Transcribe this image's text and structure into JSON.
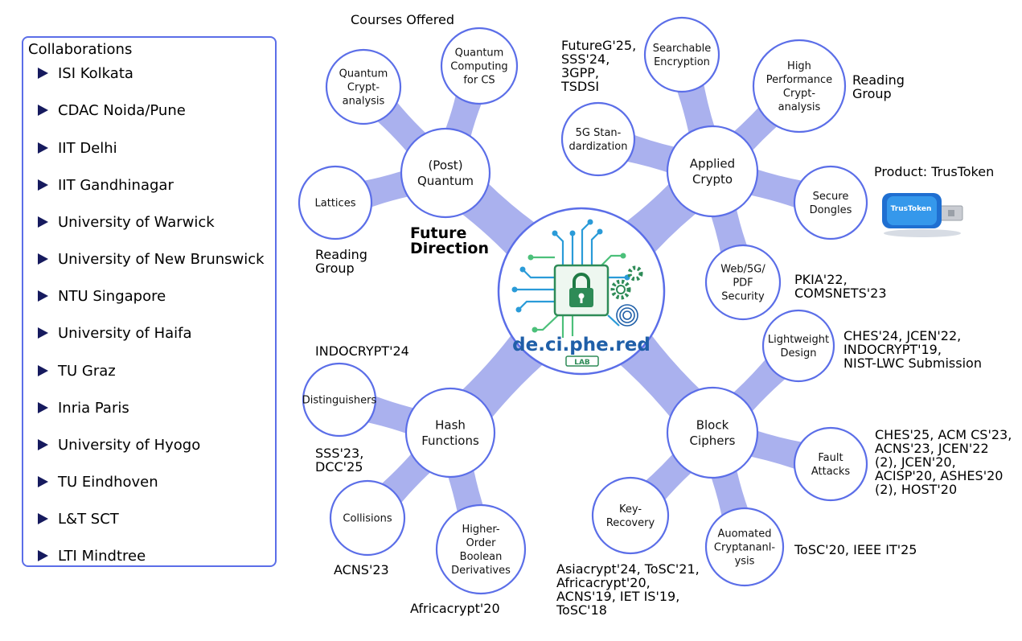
{
  "collaborations": {
    "title": "Collaborations",
    "items": [
      "ISI Kolkata",
      "CDAC Noida/Pune",
      "IIT Delhi",
      "IIT Gandhinagar",
      "University of Warwick",
      "University of New Brunswick",
      "NTU Singapore",
      "University of Haifa",
      "TU Graz",
      "Inria Paris",
      "University of Hyogo",
      "TU Eindhoven",
      "L&T SCT",
      "LTI Mindtree"
    ]
  },
  "center": {
    "title_line1": "Future",
    "title_line2": "Direction",
    "logo_text": "de.ci.phe.red",
    "logo_sub": "LAB"
  },
  "hubs": {
    "post_quantum": [
      "(Post)",
      "Quantum"
    ],
    "applied_crypto": [
      "Applied",
      "Crypto"
    ],
    "hash_functions": [
      "Hash",
      "Functions"
    ],
    "block_ciphers": [
      "Block",
      "Ciphers"
    ]
  },
  "leaves": {
    "lattices": [
      "Lattices"
    ],
    "quantum_cryptanalysis": [
      "Quantum",
      "Crypt-",
      "analysis"
    ],
    "quantum_computing": [
      "Quantum",
      "Computing",
      "for CS"
    ],
    "5g_standardization": [
      "5G Stan-",
      "dardization"
    ],
    "searchable_encryption": [
      "Searchable",
      "Encryption"
    ],
    "high_performance": [
      "High",
      "Performance",
      "Crypt-",
      "analysis"
    ],
    "secure_dongles": [
      "Secure",
      "Dongles"
    ],
    "web_security": [
      "Web/5G/",
      "PDF",
      "Security"
    ],
    "lightweight_design": [
      "Lightweight",
      "Design"
    ],
    "fault_attacks": [
      "Fault",
      "Attacks"
    ],
    "automated_cryptanalysis": [
      "Auomated",
      "Cryptananl-",
      "ysis"
    ],
    "key_recovery": [
      "Key-",
      "Recovery"
    ],
    "distinguishers": [
      "Distinguishers"
    ],
    "collisions": [
      "Collisions"
    ],
    "higher_order": [
      "Higher-",
      "Order",
      "Boolean",
      "Derivatives"
    ]
  },
  "annotations": {
    "courses_offered": [
      "Courses Offered"
    ],
    "reading_group_left": [
      "Reading",
      "Group"
    ],
    "futureg": [
      "FutureG'25,",
      "SSS'24,",
      "3GPP,",
      "TSDSI"
    ],
    "reading_group_right": [
      "Reading",
      "Group"
    ],
    "product": [
      "Product: TrusToken"
    ],
    "pkia": [
      "PKIA'22,",
      "COMSNETS'23"
    ],
    "ches24": [
      "CHES'24, JCEN'22,",
      "INDOCRYPT'19,",
      "NIST-LWC Submission"
    ],
    "ches25": [
      "CHES'25, ACM CS'23,",
      "ACNS'23, JCEN'22",
      "(2), JCEN'20,",
      "ACISP'20, ASHES'20",
      "(2), HOST'20"
    ],
    "tosc20": [
      "ToSC'20, IEEE IT'25"
    ],
    "asiacrypt": [
      "Asiacrypt'24, ToSC'21,",
      "Africacrypt'20,",
      "ACNS'19, IET IS'19,",
      "ToSC'18"
    ],
    "indocrypt24": [
      "INDOCRYPT'24"
    ],
    "sss23": [
      "SSS'23,",
      "DCC'25"
    ],
    "acns23": [
      "ACNS'23"
    ],
    "africacrypt20": [
      "Africacrypt'20"
    ]
  },
  "product_image": {
    "brand_text": "TrusToken"
  },
  "colors": {
    "accent": "#5b6ee8",
    "branch": "#aab1ee",
    "logo_green": "#2e8b57",
    "logo_blue": "#1f5fa8",
    "bullet": "#161a5e"
  }
}
